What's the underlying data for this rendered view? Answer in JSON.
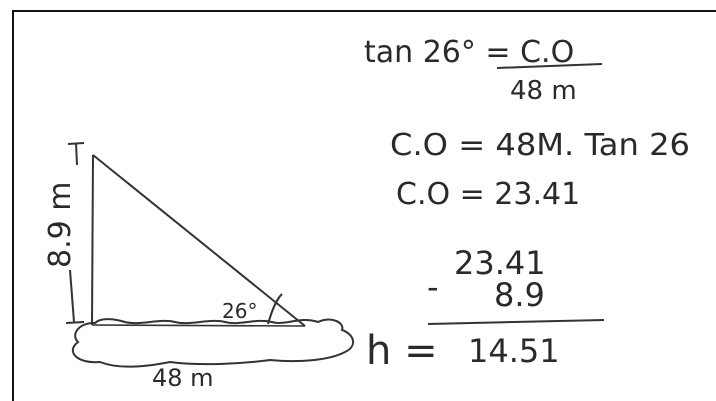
{
  "diagram": {
    "height_label": "8.9 m",
    "base_label": "48 m",
    "angle_label": "26°",
    "h_label": "h ="
  },
  "work": {
    "tan_numerator": "tan 26° = C.O",
    "tan_denominator": "48 m",
    "step1": "C.O = 48M. Tan 26",
    "step2": "C.O = 23.41",
    "sub_top": "23.41",
    "sub_minus": "-",
    "sub_bottom": "8.9",
    "result": "14.51"
  }
}
